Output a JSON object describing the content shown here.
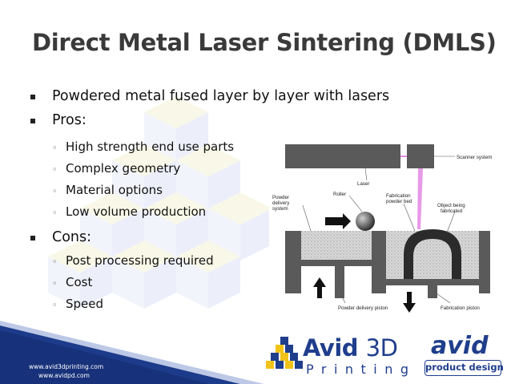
{
  "slide": {
    "title": "Direct Metal Laser Sintering (DMLS)",
    "bullets": [
      {
        "text": "Powdered metal fused layer by layer with lasers"
      },
      {
        "text": "Pros:",
        "sub": [
          "High strength end use parts",
          "Complex geometry",
          "Material options",
          "Low volume production"
        ]
      },
      {
        "text": "Cons:",
        "sub": [
          "Post processing required",
          "Cost",
          "Speed"
        ]
      }
    ],
    "sub_marker": "◦"
  },
  "diagram": {
    "labels": {
      "scanner": "Scanner system",
      "laser": "Laser",
      "roller": "Roller",
      "fab_bed_1": "Fabrication",
      "fab_bed_2": "powder bed",
      "powder_delivery_1": "Powder",
      "powder_delivery_2": "delivery",
      "powder_delivery_3": "system",
      "object_1": "Object being",
      "object_2": "fabricated",
      "delivery_piston": "Powder delivery piston",
      "fab_piston": "Fabrication piston"
    }
  },
  "footer": {
    "url1": "www.avid3dprinting.com",
    "url2": "www.avidpd.com",
    "logo_avid": "Avid",
    "logo_3d": "3D",
    "logo_printing": "Printing",
    "logo2_avid": "avid",
    "logo2_sub": "product design"
  },
  "colors": {
    "title": "#3a3a3a",
    "brand_blue": "#1f3e8c",
    "footer_swoosh": "#1c3b8a",
    "laser_beam": "#e58ee5"
  }
}
